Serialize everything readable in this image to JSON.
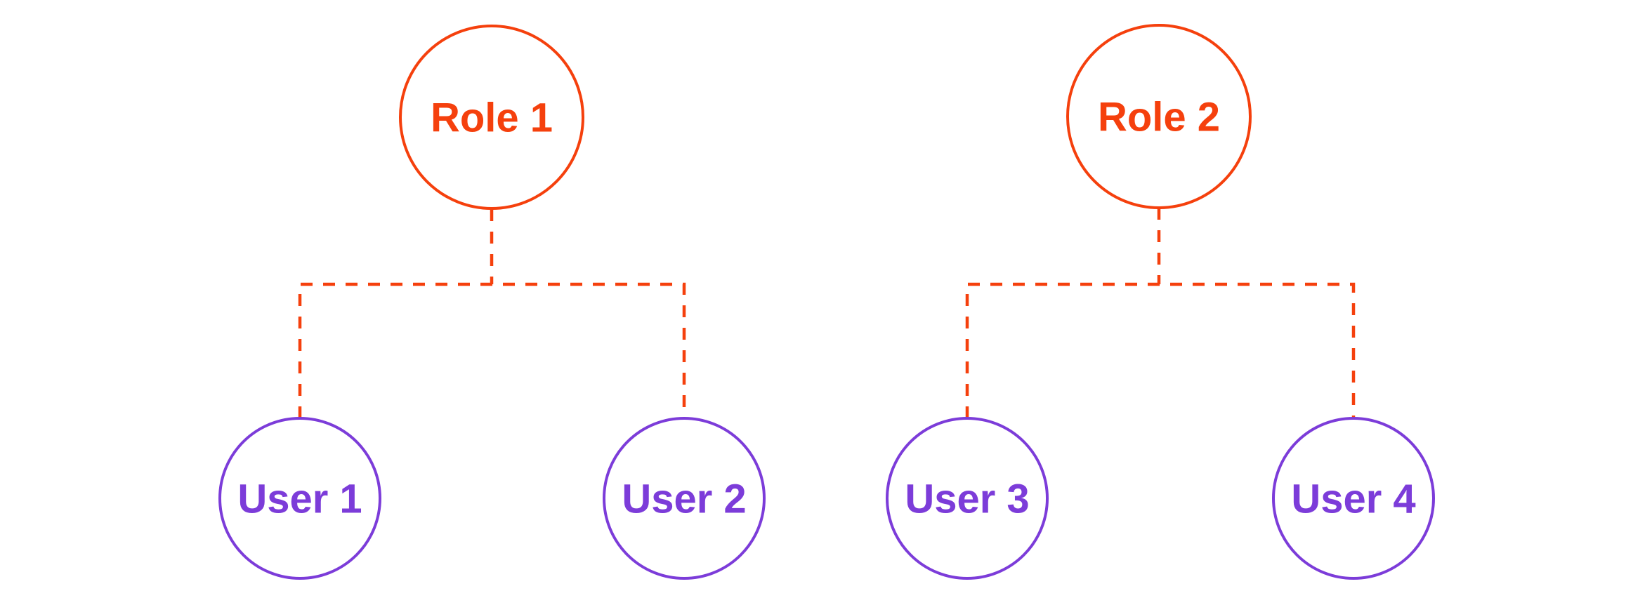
{
  "colors": {
    "role_accent": "#F5400D",
    "user_accent": "#7C3CD9",
    "bg": "#ffffff"
  },
  "diagram": {
    "type": "tree",
    "edge_style": "dashed-orthogonal",
    "trees": [
      {
        "root": {
          "label": "Role 1"
        },
        "children": [
          {
            "label": "User 1"
          },
          {
            "label": "User 2"
          }
        ]
      },
      {
        "root": {
          "label": "Role 2"
        },
        "children": [
          {
            "label": "User 3"
          },
          {
            "label": "User 4"
          }
        ]
      }
    ]
  }
}
